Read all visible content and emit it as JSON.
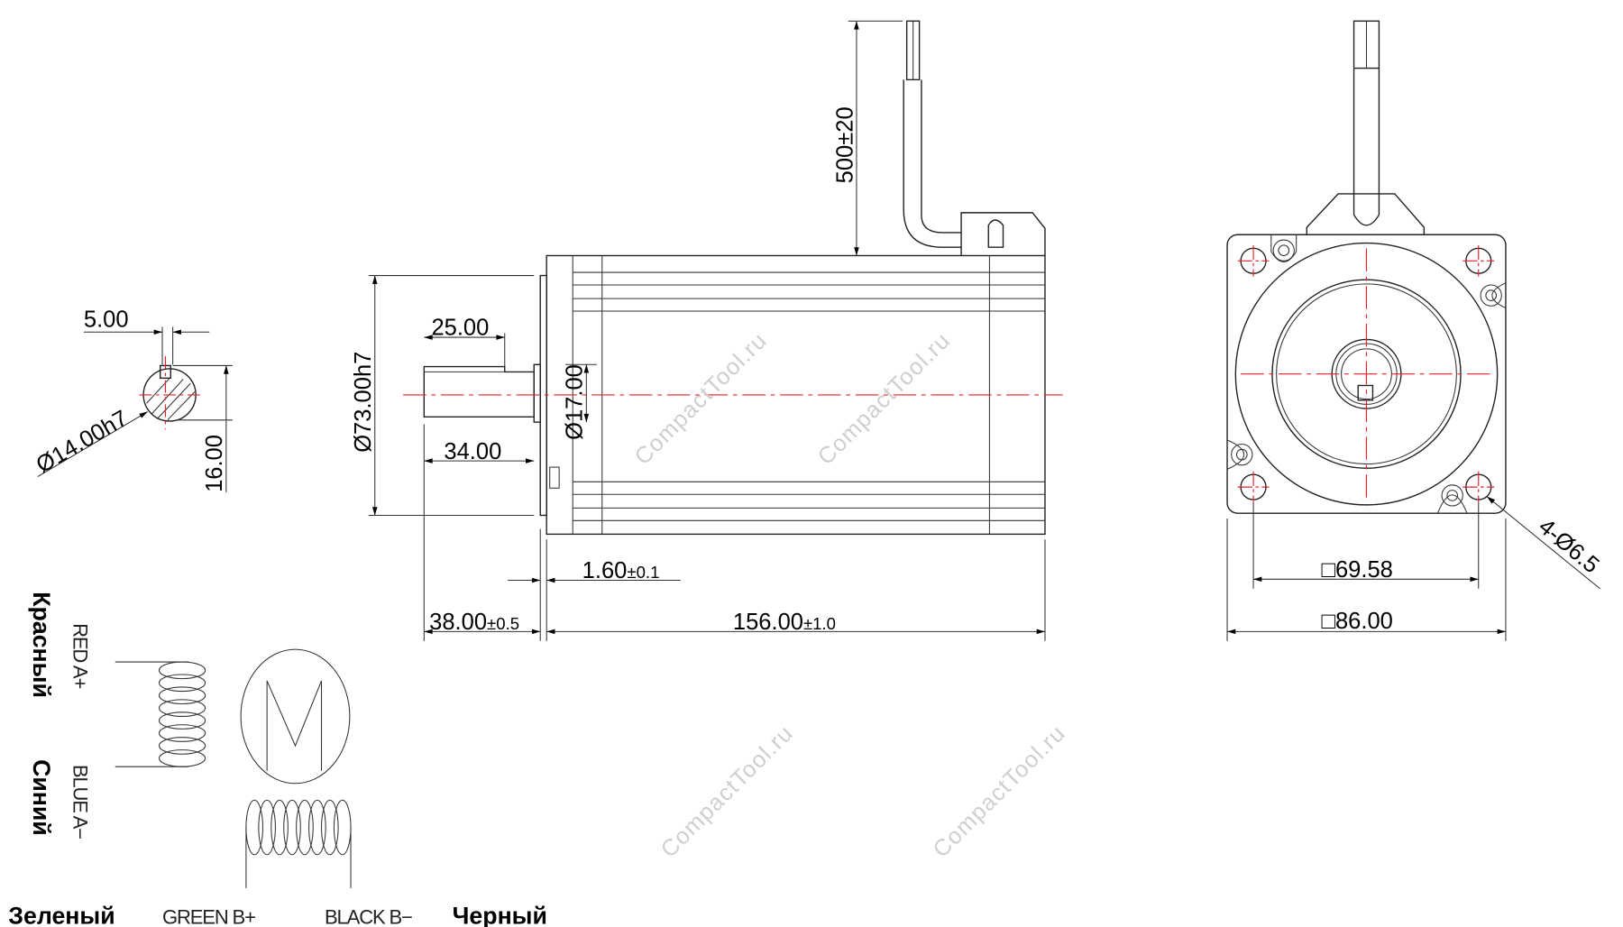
{
  "drawing": {
    "key_section": {
      "key_width": "5.00",
      "shaft_diameter": "Ø14.00h7",
      "key_height": "16.00"
    },
    "side_view": {
      "cable_length": "500±20",
      "pilot_diameter": "Ø73.00h7",
      "key_length": "25.00",
      "shaft_length": "34.00",
      "boss_diameter": "Ø17.00",
      "boss_height": "1.60",
      "boss_height_tol": "±0.1",
      "shaft_extension": "38.00",
      "shaft_extension_tol": "±0.5",
      "body_length": "156.00",
      "body_length_tol": "±1.0"
    },
    "front_view": {
      "hole_spacing": "□69.58",
      "flange_size": "□86.00",
      "mounting_holes": "4-Ø6.5"
    },
    "wiring": {
      "red_ru": "Красный",
      "red": "RED  A+",
      "blue_ru": "Синий",
      "blue": "BLUE  A−",
      "green_ru": "Зеленый",
      "green": "GREEN  B+",
      "black": "BLACK  B−",
      "black_ru": "Черный",
      "motor_symbol": "M"
    },
    "watermark": "CompactTool.ru"
  }
}
